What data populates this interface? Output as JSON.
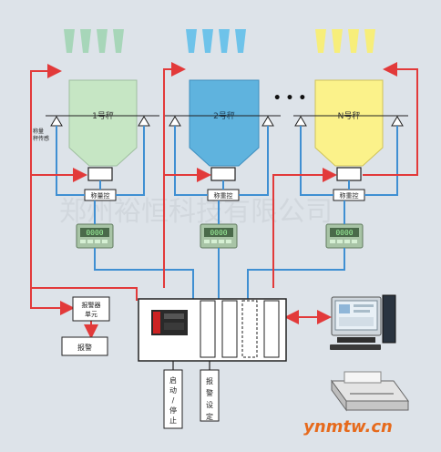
{
  "hoppers": [
    {
      "label": "1号秤",
      "color": "#c6e6c4",
      "feed_color": "#a7d6b9",
      "controller_label": "称量控",
      "scale_side_label": "称量\n秤传感"
    },
    {
      "label": "2号秤",
      "color": "#5fb3de",
      "feed_color": "#6ec3ea",
      "controller_label": "称重控"
    },
    {
      "label": "N号秤",
      "color": "#fbf28a",
      "feed_color": "#f7ee7a",
      "controller_label": "称重控"
    }
  ],
  "ellipsis": "• • •",
  "display_readout": "0000",
  "alarm_unit_label": "报警器\n单元",
  "alarm_label": "报警",
  "start_stop_label": "启动/停止",
  "alarm_setting_label": "报警设定",
  "watermark": "郑州裕恒科技有限公司",
  "site_watermark": "ynmtw.cn",
  "colors": {
    "accent_red": "#e23a3a",
    "wire_blue": "#3f8fd2",
    "panel_border": "#222222"
  }
}
